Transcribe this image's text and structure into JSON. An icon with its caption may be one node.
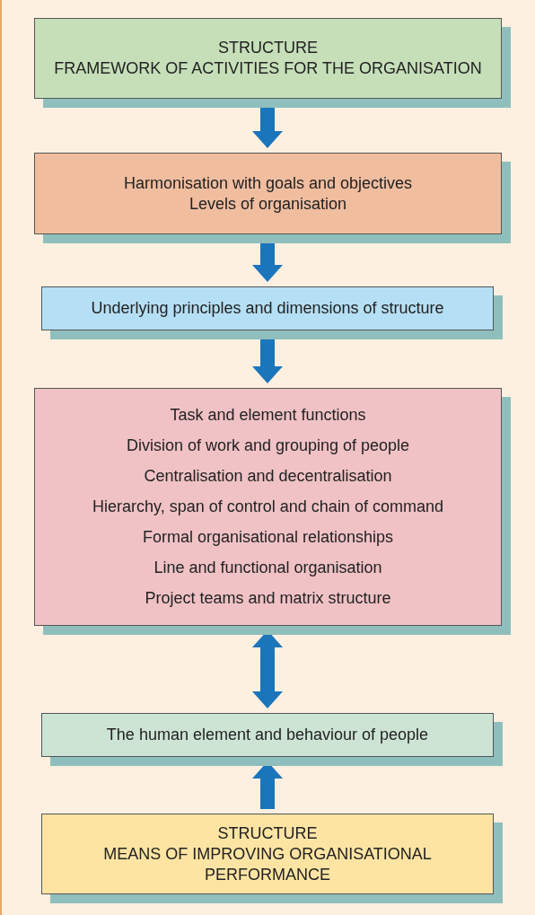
{
  "diagram": {
    "nodes": [
      {
        "text": [
          "STRUCTURE",
          "FRAMEWORK OF ACTIVITIES FOR THE ORGANISATION"
        ]
      },
      {
        "text": [
          "Harmonisation with goals and objectives",
          "Levels of organisation"
        ]
      },
      {
        "text": [
          "Underlying principles and dimensions of structure"
        ]
      },
      {
        "text": [
          "Task and element functions",
          "Division of work and grouping of people",
          "Centralisation and decentralisation",
          "Hierarchy, span of control and chain of command",
          "Formal organisational relationships",
          "Line and functional organisation",
          "Project teams and matrix structure"
        ]
      },
      {
        "text": [
          "The human element and behaviour of people"
        ]
      },
      {
        "text": [
          "STRUCTURE",
          "MEANS OF IMPROVING ORGANISATIONAL PERFORMANCE"
        ]
      }
    ],
    "edges": [
      {
        "from": 0,
        "to": 1,
        "arrow": "to"
      },
      {
        "from": 1,
        "to": 2,
        "arrow": "to"
      },
      {
        "from": 2,
        "to": 3,
        "arrow": "to"
      },
      {
        "from": 3,
        "to": 4,
        "arrow": "both"
      },
      {
        "from": 5,
        "to": 4,
        "arrow": "to"
      }
    ]
  }
}
